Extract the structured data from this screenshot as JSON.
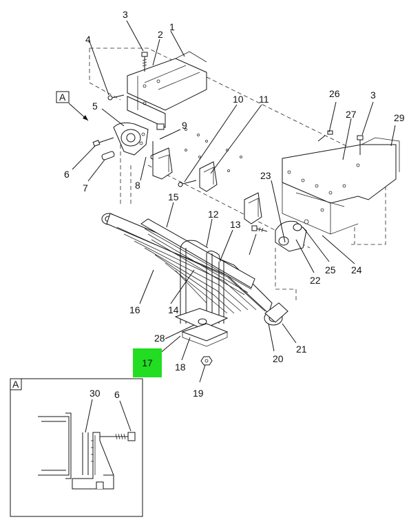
{
  "callouts": {
    "c1": "1",
    "c2": "2",
    "c3a": "3",
    "c3b": "3",
    "c4": "4",
    "c5": "5",
    "c6a": "6",
    "c6b": "6",
    "c7": "7",
    "c8": "8",
    "c9": "9",
    "c10": "10",
    "c11": "11",
    "c12": "12",
    "c13": "13",
    "c14": "14",
    "c15": "15",
    "c16": "16",
    "c17": "17",
    "c18": "18",
    "c19": "19",
    "c20": "20",
    "c21": "21",
    "c22": "22",
    "c23": "23",
    "c24": "24",
    "c25": "25",
    "c26": "26",
    "c27": "27",
    "c28": "28",
    "c29": "29",
    "c30": "30"
  },
  "view_label": "A",
  "inset_label": "A",
  "highlight_color": "#22dd22"
}
